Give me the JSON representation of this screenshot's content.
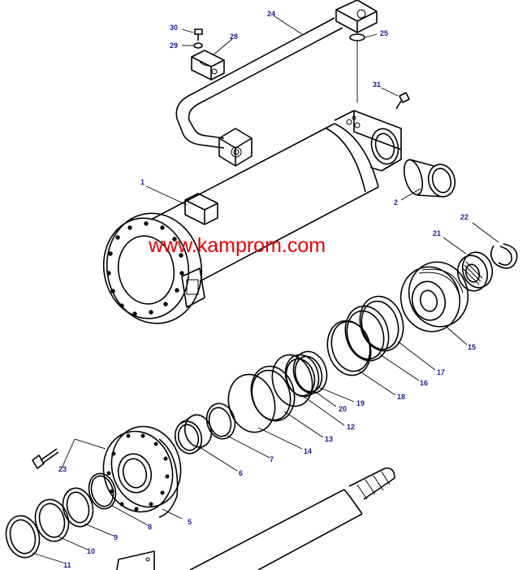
{
  "watermark": "www.kamprom.com",
  "colors": {
    "callout": "#1a1aa0",
    "watermark": "#ee0000",
    "line": "#000000"
  },
  "callouts": {
    "p1": "1",
    "p2": "2",
    "p5": "5",
    "p6": "6",
    "p7": "7",
    "p8": "8",
    "p9": "9",
    "p10": "10",
    "p11": "11",
    "p12": "12",
    "p13": "13",
    "p14": "14",
    "p15": "15",
    "p16": "16",
    "p17": "17",
    "p18": "18",
    "p19": "19",
    "p20": "20",
    "p21": "21",
    "p22": "22",
    "p23": "23",
    "p24": "24",
    "p25": "25",
    "p28": "28",
    "p29": "29",
    "p30": "30",
    "p31": "31"
  }
}
